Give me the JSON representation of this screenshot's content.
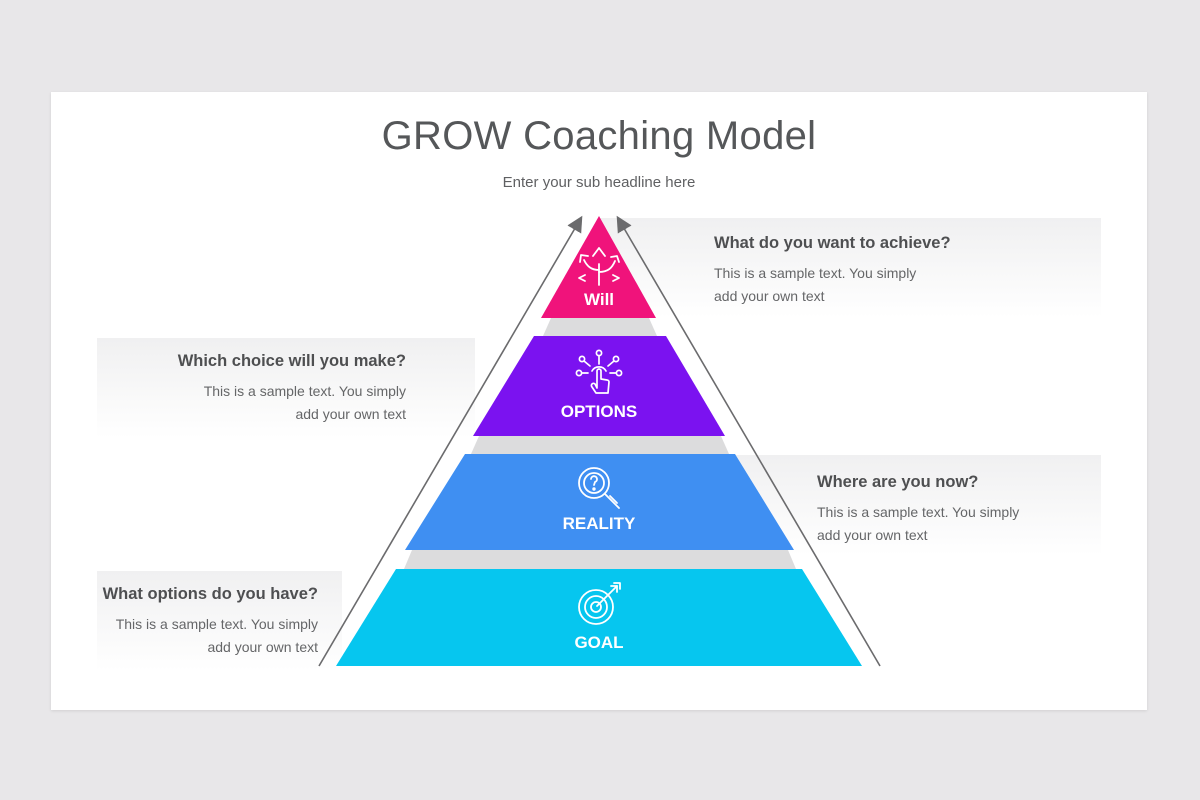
{
  "slide": {
    "title": "GROW Coaching Model",
    "subtitle": "Enter your sub headline here"
  },
  "colors": {
    "will": "#f0137b",
    "options": "#7b12f0",
    "reality": "#3f8ff2",
    "goal": "#06c6ef",
    "gap": "#dcdcdd",
    "arrow": "#6b6b6d"
  },
  "levels": [
    {
      "label": "Will",
      "icon": "crossroads-arrows-icon"
    },
    {
      "label": "OPTIONS",
      "icon": "touch-choice-icon"
    },
    {
      "label": "REALITY",
      "icon": "magnifier-question-icon"
    },
    {
      "label": "GOAL",
      "icon": "target-arrow-icon"
    }
  ],
  "callouts": {
    "will": {
      "heading": "What do you want to achieve?",
      "line1": "This is a sample text. You simply",
      "line2": "add your own text"
    },
    "options": {
      "heading": "Which choice will you make?",
      "line1": "This is a sample text. You simply",
      "line2": "add your own text"
    },
    "reality": {
      "heading": "Where are you now?",
      "line1": "This is a sample text. You simply",
      "line2": "add your own text"
    },
    "goal": {
      "heading": "What options do you have?",
      "line1": "This is a sample text. You simply",
      "line2": "add your own text"
    }
  }
}
